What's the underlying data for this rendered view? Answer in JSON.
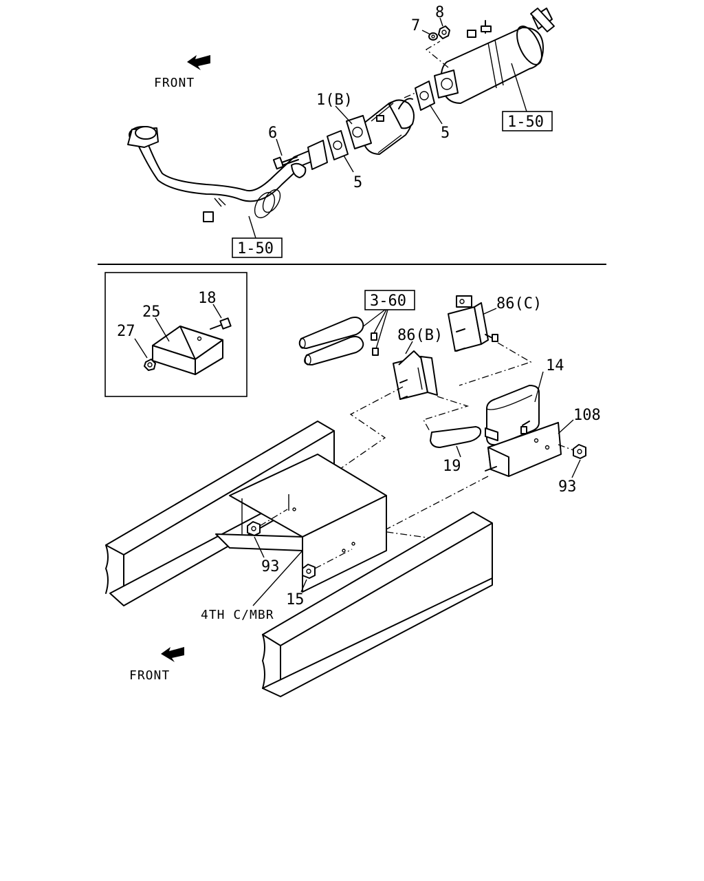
{
  "top_section": {
    "front_label": "FRONT",
    "callouts": {
      "c7": "7",
      "c8": "8",
      "c1b": "1(B)",
      "c6": "6",
      "c5a": "5",
      "c5b": "5"
    },
    "refs": {
      "muffler_ref": "1-50",
      "pipe_ref": "1-50"
    }
  },
  "inset": {
    "callouts": {
      "c18": "18",
      "c25": "25",
      "c27": "27"
    }
  },
  "bottom_section": {
    "front_label": "FRONT",
    "refs": {
      "hose_ref": "3-60"
    },
    "callouts": {
      "c86c": "86(C)",
      "c86b": "86(B)",
      "c14": "14",
      "c108": "108",
      "c19": "19",
      "c93a": "93",
      "c93b": "93",
      "c15": "15"
    },
    "member_label": "4TH C/MBR"
  }
}
